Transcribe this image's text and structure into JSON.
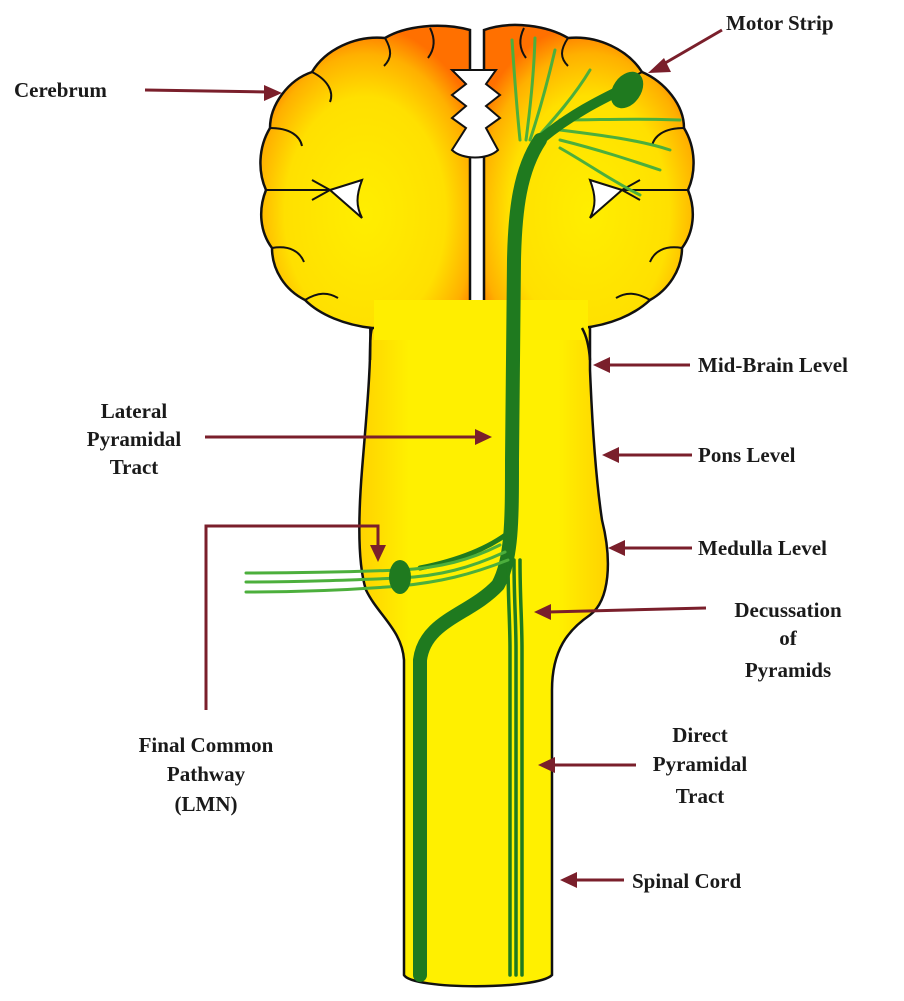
{
  "labels": {
    "cerebrum": "Cerebrum",
    "motor_strip": "Motor Strip",
    "mid_brain": "Mid-Brain Level",
    "lateral_line1": "Lateral",
    "lateral_line2": "Pyramidal",
    "lateral_line3": "Tract",
    "pons": "Pons Level",
    "medulla": "Medulla Level",
    "decussation_line1": "Decussation",
    "decussation_line2": "of",
    "decussation_line3": "Pyramids",
    "final_line1": "Final Common",
    "final_line2": "Pathway",
    "final_line3": "(LMN)",
    "direct_line1": "Direct",
    "direct_line2": "Pyramidal",
    "direct_line3": "Tract",
    "spinal_cord": "Spinal Cord"
  },
  "colors": {
    "brain_fill": "#ffee00",
    "cortex_edge": "#ff7a00",
    "tract": "#1f7a1f",
    "arrow": "#7a1f2b"
  }
}
